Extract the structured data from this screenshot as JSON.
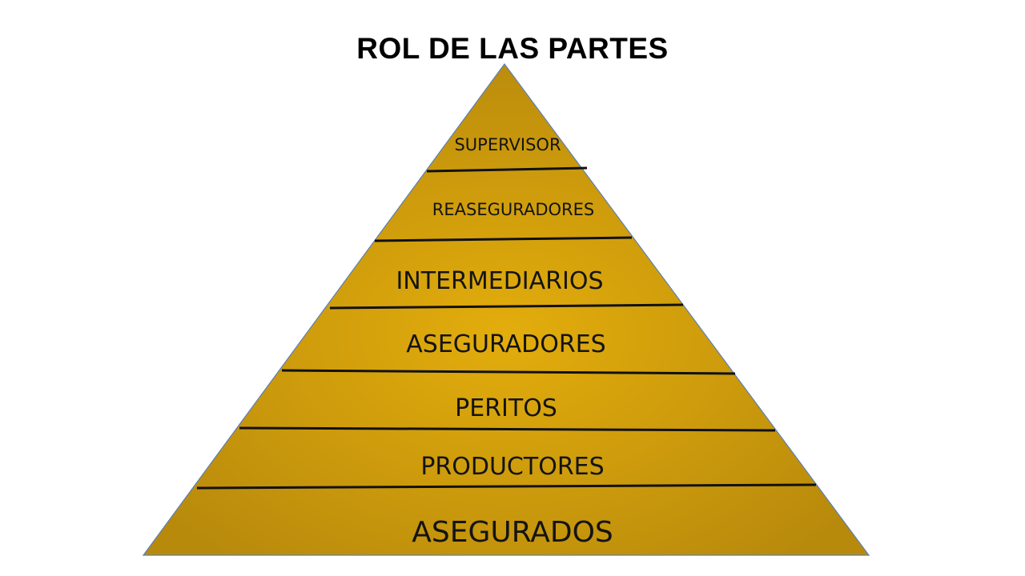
{
  "title": "ROL DE LAS PARTES",
  "colors": {
    "pyramid_center": "#e3ad0c",
    "pyramid_edge": "#b88a0c",
    "pyramid_outline": "#5a7fb8",
    "divider": "#111111",
    "text": "#141414"
  },
  "tiers": [
    {
      "label": "SUPERVISOR"
    },
    {
      "label": "REASEGURADORES"
    },
    {
      "label": "INTERMEDIARIOS"
    },
    {
      "label": "ASEGURADORES"
    },
    {
      "label": "PERITOS"
    },
    {
      "label": "PRODUCTORES"
    },
    {
      "label": "ASEGURADOS"
    }
  ]
}
